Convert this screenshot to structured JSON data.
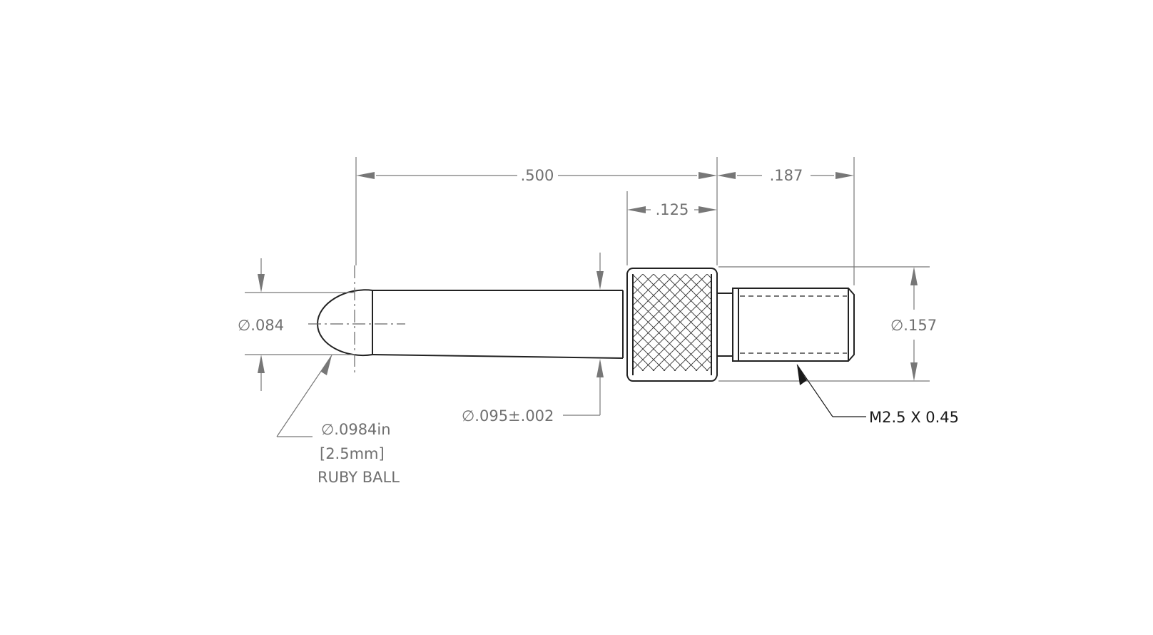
{
  "drawing": {
    "dimensions": {
      "overall_length": ".500",
      "knurl_width": ".125",
      "thread_length": ".187",
      "ball_diameter": "∅.084",
      "shank_diameter": "∅.095±.002",
      "collar_diameter": "∅.157"
    },
    "callouts": {
      "ball_size_in": "∅.0984in",
      "ball_size_mm": "[2.5mm]",
      "ball_material": "RUBY BALL",
      "thread_spec": "M2.5 X 0.45"
    }
  },
  "colors": {
    "background": "#ffffff",
    "outline": "#222222",
    "dimension": "#777777"
  }
}
